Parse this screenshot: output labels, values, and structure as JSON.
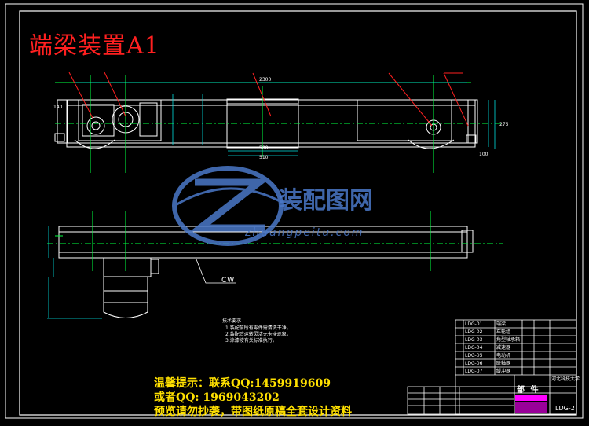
{
  "drawing": {
    "title": "端梁装置A1",
    "notice_lines": [
      "温馨提示：联系QQ:1459919609",
      "或者QQ: 1969043202",
      "预览请勿抄袭，带图纸原稿全套设计资料"
    ],
    "watermark_cn": "装配图网",
    "watermark_en": "zhuangpeitu.com",
    "direction_label": "CW",
    "dimensions": {
      "total_length": "2300",
      "inner_width": "500",
      "inner_width_2": "510",
      "height_right": "275",
      "left_height": "140",
      "bottom": "100"
    },
    "title_block": {
      "part_label": "部 件",
      "drawing_no": "LDG-2",
      "school": "河北科技大学"
    }
  },
  "colors": {
    "background": "#000000",
    "frame": "#ffffff",
    "title": "#ff2020",
    "notice": "#ffe000",
    "centerline": "#00ff40",
    "leader": "#ff2020",
    "dimension": "#00e0e0",
    "watermark": "#4a78c8",
    "part_fill": "#ff00ff"
  }
}
